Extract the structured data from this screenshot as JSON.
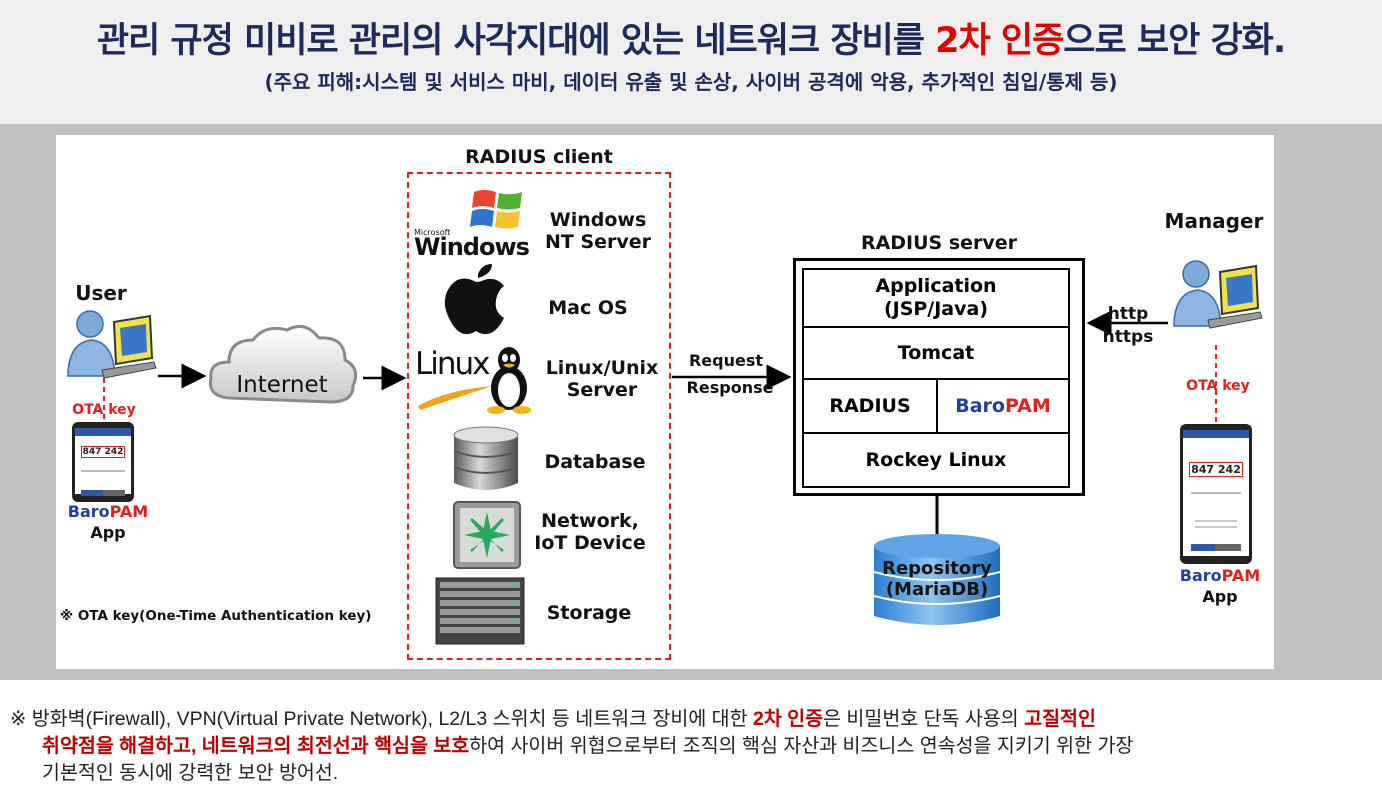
{
  "header": {
    "title_pre": "관리 규정 미비로 관리의 사각지대에 있는 네트워크 장비를 ",
    "title_highlight": "2차 인증",
    "title_post": "으로 보안 강화.",
    "subtitle": "(주요 피해:시스템 및 서비스 마비, 데이터 유출 및 손상, 사이버 공격에 악용, 추가적인 침입/통제 등)"
  },
  "diagram": {
    "user": {
      "label": "User",
      "ota_label": "OTA key",
      "app_brand_a": "Baro",
      "app_brand_b": "PAM",
      "app_label": "App",
      "phone_code": "847 242"
    },
    "internet_label": "Internet",
    "ota_note": "※ OTA key(One-Time Authentication key)",
    "client": {
      "title": "RADIUS client",
      "windows_logo_small": "Microsoft",
      "windows_logo_big": "Windows",
      "linux_logo": "Linux",
      "items": [
        "Windows\nNT Server",
        "Mac OS",
        "Linux/Unix\nServer",
        "Database",
        "Network,\nIoT Device",
        "Storage"
      ]
    },
    "link": {
      "request": "Request",
      "response": "Response"
    },
    "server": {
      "title": "RADIUS server",
      "application": "Application\n(JSP/Java)",
      "tomcat": "Tomcat",
      "radius": "RADIUS",
      "baropam_a": "Baro",
      "baropam_b": "PAM",
      "os": "Rockey Linux"
    },
    "repository": "Repository\n(MariaDB)",
    "manager": {
      "label": "Manager",
      "http": "http",
      "https": "https",
      "ota_label": "OTA key",
      "app_brand_a": "Baro",
      "app_brand_b": "PAM",
      "app_label": "App",
      "phone_code": "847 242"
    },
    "colors": {
      "dashed_box": "#e0201f",
      "brand_blue": "#1f3fa8",
      "brand_red": "#e0201f",
      "title_navy": "#1f2a5c"
    }
  },
  "footer": {
    "p1": "※ 방화벽(Firewall), VPN(Virtual Private Network), L2/L3 스위치 등 네트워크 장비에 대한 ",
    "h1": "2차 인증",
    "p2": "은 비밀번호 단독 사용의 ",
    "h2": "고질적인",
    "h3": "취약점을 해결하고, 네트워크의 최전선과 핵심을 보호",
    "p3": "하여 사이버 위협으로부터 조직의 핵심 자산과 비즈니스 연속성을 지키기 위한 가장",
    "p4": "기본적인 동시에 강력한 보안 방어선."
  }
}
